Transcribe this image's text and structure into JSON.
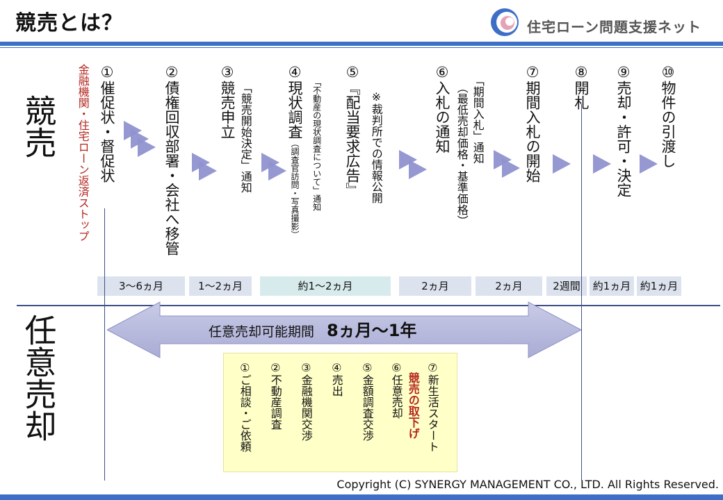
{
  "title": "競売とは？",
  "logo": {
    "text": "住宅ローン問題支援ネット",
    "colors": [
      "#3d6fc7",
      "#e5a3b6"
    ]
  },
  "sections": {
    "kyobai": "競売",
    "nini": "任意売却"
  },
  "stop_note": "金融機関・住宅ローン返済ストップ",
  "kyobai_steps": [
    {
      "num": "①",
      "label": "催促状・督促状"
    },
    {
      "num": "②",
      "label": "債権回収部署・会社へ移管"
    },
    {
      "num": "③",
      "label": "競売申立"
    },
    {
      "num": "④",
      "label": "現状調査",
      "sub": "（調査官訪問・写真撮影）"
    },
    {
      "num": "⑤",
      "label": "『配当要求広告』"
    },
    {
      "num": "⑥",
      "label": "入札の通知"
    },
    {
      "num": "⑦",
      "label": "期間入札の開始"
    },
    {
      "num": "⑧",
      "label": "開札"
    },
    {
      "num": "⑨",
      "label": "売却・許可・決定"
    },
    {
      "num": "⑩",
      "label": "物件の引渡し"
    }
  ],
  "notes": {
    "n3": "「競売開始決定」通知",
    "n4": "「不動産の現状調査について」通知",
    "n5": "※裁判所での情報公開",
    "n6a": "「期間入札」通知",
    "n6b": "（最低売却価格・基準価格）"
  },
  "periods": [
    "3〜6ヵ月",
    "1〜2ヵ月",
    "約1〜2ヵ月",
    "2ヵ月",
    "2ヵ月",
    "2週間",
    "約1ヵ月",
    "約1ヵ月"
  ],
  "big_arrow": {
    "label": "任意売却可能期間",
    "value": "8ヵ月〜1年"
  },
  "nini_steps": [
    "①ご相談・ご依頼",
    "②不動産調査",
    "③金融機関交渉",
    "④売出",
    "⑤金額調査交渉",
    "⑥任意売却",
    "⑦新生活スタート"
  ],
  "nini_cancel": "競売の取下げ",
  "copyright": "Copyright (C) SYNERGY MANAGEMENT CO., LTD. All Rights Reserved."
}
